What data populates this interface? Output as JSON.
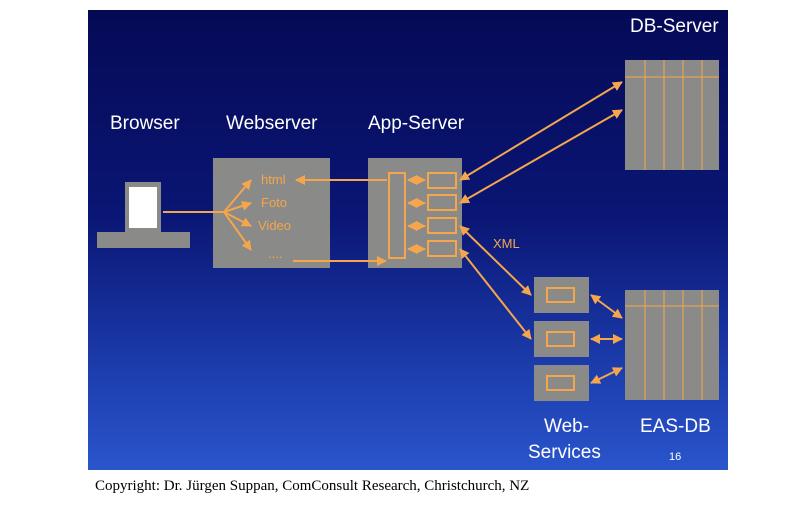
{
  "labels": {
    "browser": "Browser",
    "webserver": "Webserver",
    "app_server": "App-Server",
    "db_server": "DB-Server",
    "web_services_line1": "Web-",
    "web_services_line2": "Services",
    "eas_db": "EAS-DB",
    "xml": "XML"
  },
  "webserver_items": [
    "html",
    "Foto",
    "Video",
    "...."
  ],
  "page_number": "16",
  "copyright": "Copyright: Dr. Jürgen Suppan, ComConsult Research, Christchurch, NZ",
  "colors": {
    "accent": "#f5a64c",
    "box": "#8a8a88",
    "text": "#ffffff"
  }
}
